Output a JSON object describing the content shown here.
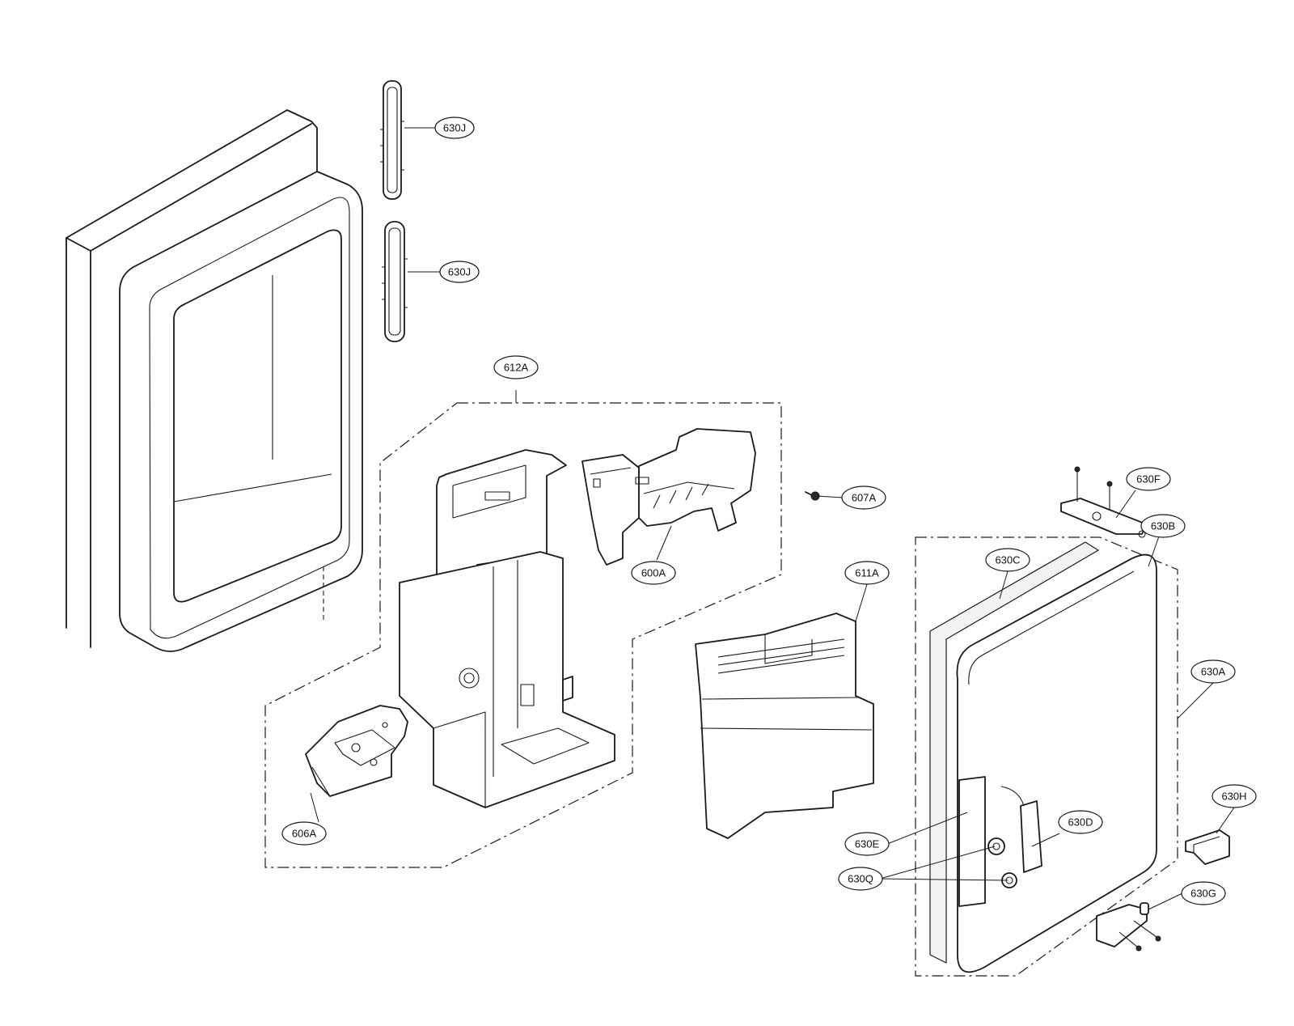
{
  "diagram": {
    "type": "exploded-parts-diagram",
    "line_color": "#1a1a1a",
    "background": "#ffffff"
  },
  "labels": {
    "630J_top": "630J",
    "630J_bottom": "630J",
    "612A": "612A",
    "607A": "607A",
    "600A": "600A",
    "611A": "611A",
    "630F": "630F",
    "630B": "630B",
    "630C": "630C",
    "630A": "630A",
    "630H": "630H",
    "630D": "630D",
    "630E": "630E",
    "630Q": "630Q",
    "630G": "630G",
    "606A": "606A"
  }
}
